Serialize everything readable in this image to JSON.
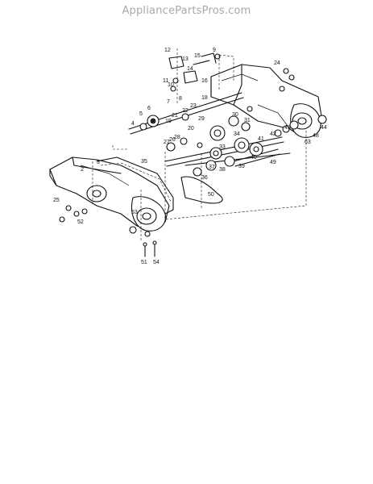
{
  "header": {
    "watermark": "AppliancePartsPros.com"
  },
  "diagram": {
    "callouts": [
      "2",
      "3",
      "4",
      "5",
      "6",
      "7",
      "8",
      "9",
      "10",
      "11",
      "12",
      "13",
      "14",
      "15",
      "16",
      "18",
      "19",
      "20",
      "21",
      "22",
      "23",
      "24",
      "25",
      "26",
      "27",
      "28",
      "29",
      "30",
      "31",
      "33",
      "34",
      "35",
      "36",
      "37",
      "38",
      "39",
      "40",
      "41",
      "42",
      "43",
      "44",
      "48",
      "49",
      "50",
      "51",
      "52",
      "53",
      "54",
      "63"
    ]
  }
}
